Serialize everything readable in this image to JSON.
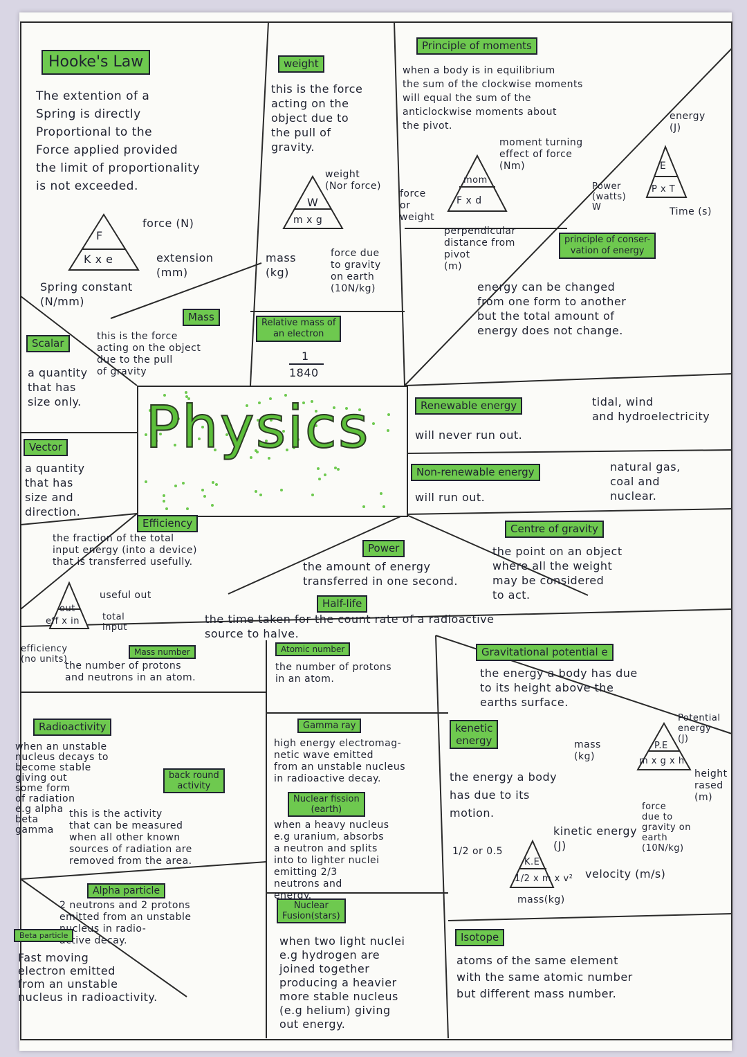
{
  "title": "Physics",
  "hookes_law": {
    "heading": "Hooke's Law",
    "text": "The extention of a\nSpring is directly\nProportional to the\nForce applied provided\nthe limit of proportionality\nis not exceeded.",
    "tri_top": "F",
    "tri_bottom": "K x e",
    "force_label": "force (N)",
    "extension_label": "extension\n(mm)",
    "constant_label": "Spring constant\n(N/mm)"
  },
  "weight": {
    "heading": "weight",
    "text": "this is the force\nacting on the\nobject due to\nthe pull of\ngravity.",
    "tri_top": "W",
    "tri_bottom": "m x g",
    "weight_label": "weight\n(Nor force)",
    "mass_label": "mass\n(kg)",
    "g_label": "force due\nto gravity\non earth\n(10N/kg)"
  },
  "moments": {
    "heading": "Principle of moments",
    "text": "when a body is in equilibrium\nthe sum of the clockwise moments\nwill equal the sum of the\nanticlockwise moments about\nthe pivot.",
    "tri_top": "mom",
    "tri_bottom": "F x d",
    "moment_label": "moment turning\neffect of force\n(Nm)",
    "force_label": "force\nor\nweight",
    "distance_label": "perpendicular\ndistance from\npivot\n(m)"
  },
  "power_triangle": {
    "energy_label": "energy\n(J)",
    "tri_top": "E",
    "tri_bottom": "P x T",
    "power_label": "Power\n(watts)\nW",
    "time_label": "Time (s)"
  },
  "conservation": {
    "heading": "principle of conser-\nvation of energy",
    "text": "energy can be changed\nfrom one form to another\nbut the total amount of\nenergy does not change."
  },
  "mass": {
    "heading": "Mass",
    "text": "this is the force\nacting on the object\ndue to the pull\nof gravity"
  },
  "scalar": {
    "heading": "Scalar",
    "text": "a quantity\nthat has\nsize only."
  },
  "vector": {
    "heading": "Vector",
    "text": "a quantity\nthat has\nsize and\ndirection."
  },
  "electron_mass": {
    "heading": "Relative mass of\nan electron",
    "numerator": "1",
    "denominator": "1840"
  },
  "renewable": {
    "heading": "Renewable energy",
    "text": "will never run out.",
    "examples": "tidal, wind\nand hydroelectricity"
  },
  "non_renewable": {
    "heading": "Non-renewable energy",
    "text": "will run out.",
    "examples": "natural gas,\ncoal and\nnuclear."
  },
  "efficiency": {
    "heading": "Efficiency",
    "text": "the fraction of the total\ninput energy (into a device)\nthat is transferred usefully.",
    "tri_top": "out",
    "tri_bottom": "eff x in",
    "useful_label": "useful out",
    "total_label": "total\ninput",
    "eff_label": "efficiency\n(no units)"
  },
  "power": {
    "heading": "Power",
    "text": "the amount of energy\ntransferred in one second."
  },
  "centre_gravity": {
    "heading": "Centre of gravity",
    "text": "the point on an object\nwhere all the weight\nmay be considered\nto act."
  },
  "half_life": {
    "heading": "Half-life",
    "text": "the time taken for the count rate of a radioactive\nsource to halve."
  },
  "mass_number": {
    "heading": "Mass number",
    "text": "the number of protons\nand neutrons in an atom."
  },
  "atomic_number": {
    "heading": "Atomic number",
    "text": "the number of protons\nin an atom."
  },
  "gpe": {
    "heading": "Gravitational potential e",
    "text": "the energy a body has due\nto its height above the\nearths surface.",
    "tri_top": "P.E",
    "tri_bottom": "m x g x h",
    "pe_label": "Potential\nenergy\n(J)",
    "mass_label": "mass\n(kg)",
    "height_label": "height\nrased\n(m)",
    "g_label": "force\ndue to\ngravity on\nearth\n(10N/kg)"
  },
  "radioactivity": {
    "heading": "Radioactivity",
    "text": "when an unstable\nnucleus decays to\nbecome stable\ngiving out\nsome form\nof radiation\ne.g alpha\nbeta\ngamma"
  },
  "background": {
    "heading": "back round\nactivity",
    "text": "this is the activity\nthat can be measured\nwhen all other known\nsources of radiation are\nremoved from the area."
  },
  "gamma": {
    "heading": "Gamma ray",
    "text": "high energy electromag-\nnetic wave emitted\nfrom an unstable nucleus\nin radioactive decay."
  },
  "fission": {
    "heading": "Nuclear fission\n(earth)",
    "text": "when a heavy nucleus\ne.g uranium, absorbs\na neutron and splits\ninto to lighter nuclei\nemitting 2/3\nneutrons and\nenergy."
  },
  "kinetic": {
    "heading": "kenetic\nenergy",
    "text": "the energy a body\nhas due to its\nmotion.",
    "tri_top": "K.E",
    "tri_bottom": "1/2 x m x v²",
    "half_label": "1/2 or 0.5",
    "ke_label": "kinetic energy\n(J)",
    "velocity_label": "velocity (m/s)",
    "mass_label": "mass(kg)"
  },
  "alpha": {
    "heading": "Alpha particle",
    "text": "2 neutrons and 2 protons\nemitted from an unstable\nnucleus in radio-\nactive decay."
  },
  "beta": {
    "heading": "Beta particle",
    "text": "Fast moving\nelectron emitted\nfrom an unstable\nnucleus in radioactivity."
  },
  "fusion": {
    "heading": "Nuclear\nFusion(stars)",
    "text": "when two light nuclei\ne.g hydrogen are\njoined together\nproducing a heavier\nmore stable nucleus\n(e.g helium) giving\nout energy."
  },
  "isotope": {
    "heading": "Isotope",
    "text": "atoms of the same element\nwith the same atomic number\nbut different mass number."
  },
  "colors": {
    "highlight": "#6ec94f",
    "ink": "#1f2230",
    "title": "#5cbf3a"
  }
}
